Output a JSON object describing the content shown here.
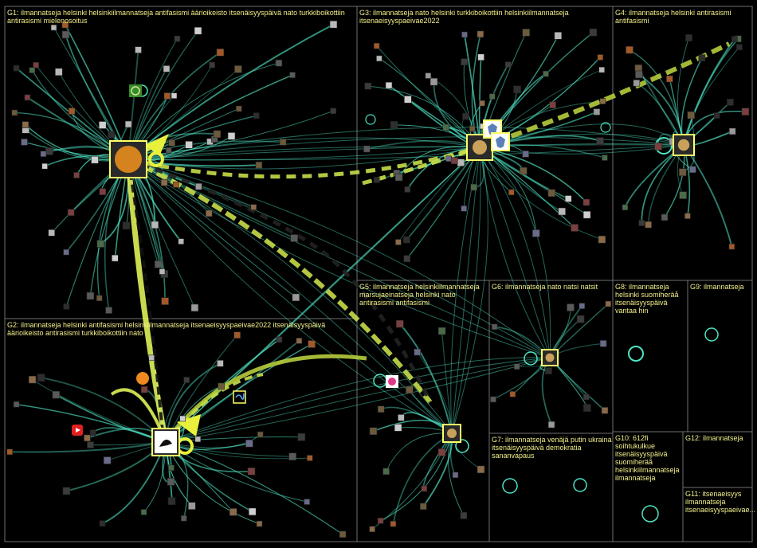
{
  "colors": {
    "background": "#000000",
    "group_border": "#6f6f6f",
    "edge": "#4fe3c4",
    "edge_strong": "#c7dd4a",
    "label": "#f2f08a",
    "hub_highlight": "#ffff66"
  },
  "groups": [
    {
      "id": "G1",
      "label": "G1: ilmannatseja helsinki helsinkiilmannatseja antifasismi äärioikeisto itsenäisyyspäivä nato turkkiboikottiin antirasismi mielenosoitus"
    },
    {
      "id": "G2",
      "label": "G2: ilmannatseja helsinki antifasismi helsinkiilmannatseja itsenaeisyyspaeivae2022 itsenäisyyspäivä äärioikeisto antirasismi turkkiboikottiin nato"
    },
    {
      "id": "G3",
      "label": "G3: ilmannatseja nato helsinki turkkiboikottiin helsinkiilmannatseja itsenaeisyyspaeivae2022"
    },
    {
      "id": "G4",
      "label": "G4: ilmannatseja helsinki antirasismi antifasismi"
    },
    {
      "id": "G5",
      "label": "G5: ilmannatseja helsinkiilmannatseja marsujaeinatseja helsinki nato antirasismi antifasismi"
    },
    {
      "id": "G6",
      "label": "G6: ilmannatseja nato natsi natsit"
    },
    {
      "id": "G7",
      "label": "G7: ilmannatseja venäjä putin ukraina itsenäisyyspäivä demokratia sananvapaus"
    },
    {
      "id": "G8",
      "label": "G8: ilmannatseja helsinki suomiheräå itsenäisyyspäivä vantaa hin"
    },
    {
      "id": "G9",
      "label": "G9: ilmannatseja"
    },
    {
      "id": "G10",
      "label": "G10: 612fi soihtukulkue itsenäisyyspäivä suomiheräå helsinkiilmannatseja ilmannatseja"
    },
    {
      "id": "G11",
      "label": "G11: itsenaeisyys ilmannatseja itsenaeisyyspaeivae..."
    },
    {
      "id": "G12",
      "label": "G12: ilmannatseja"
    }
  ],
  "hubs": [
    {
      "id": "hub-g1",
      "label": "",
      "group": "G1"
    },
    {
      "id": "hub-g2",
      "label": "",
      "group": "G2"
    },
    {
      "id": "hub-g3",
      "label": "",
      "group": "G3"
    },
    {
      "id": "hub-g4",
      "label": "",
      "group": "G4"
    },
    {
      "id": "hub-g5",
      "label": "",
      "group": "G5"
    },
    {
      "id": "hub-g6",
      "label": "",
      "group": "G6"
    }
  ],
  "icons": [
    "user-avatar-icon",
    "youtube-icon",
    "alpha-icon",
    "recycle-icon",
    "pink-flower-icon",
    "shield-icon"
  ]
}
